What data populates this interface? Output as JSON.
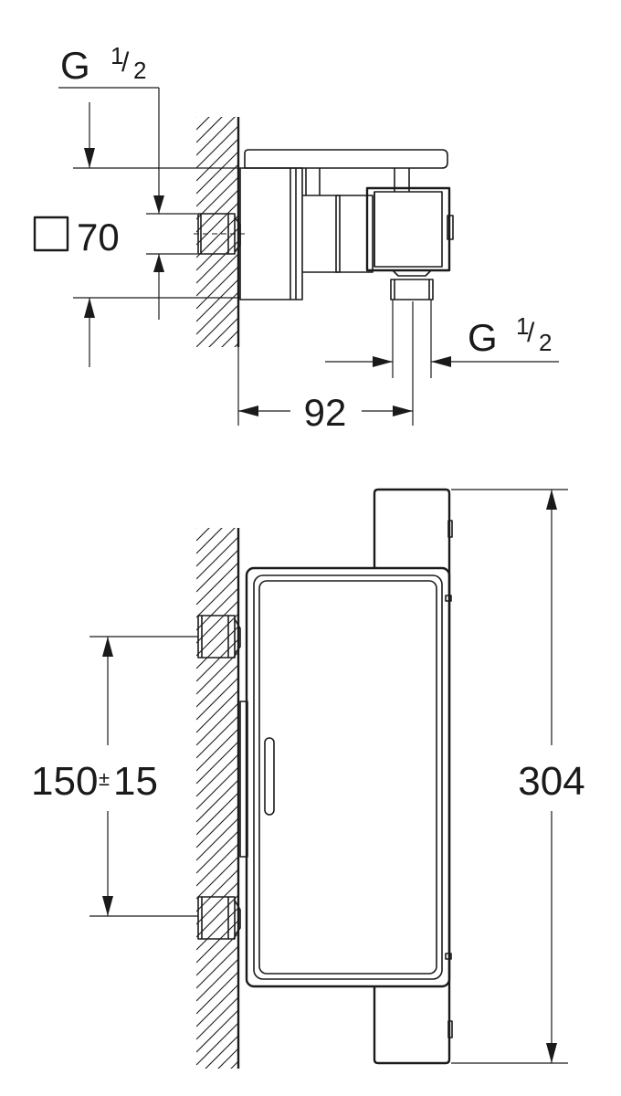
{
  "side_view": {
    "inlet_thread": {
      "main": "G",
      "numerator": "1",
      "denominator": "2"
    },
    "square_symbol": "□",
    "square_size": "70",
    "outlet_thread": {
      "main": "G",
      "numerator": "1",
      "denominator": "2"
    },
    "projection": "92"
  },
  "front_view": {
    "inlet_spacing": {
      "value": "150",
      "tolerance_symbol": "±",
      "tolerance": "15"
    },
    "total_height": "304"
  }
}
